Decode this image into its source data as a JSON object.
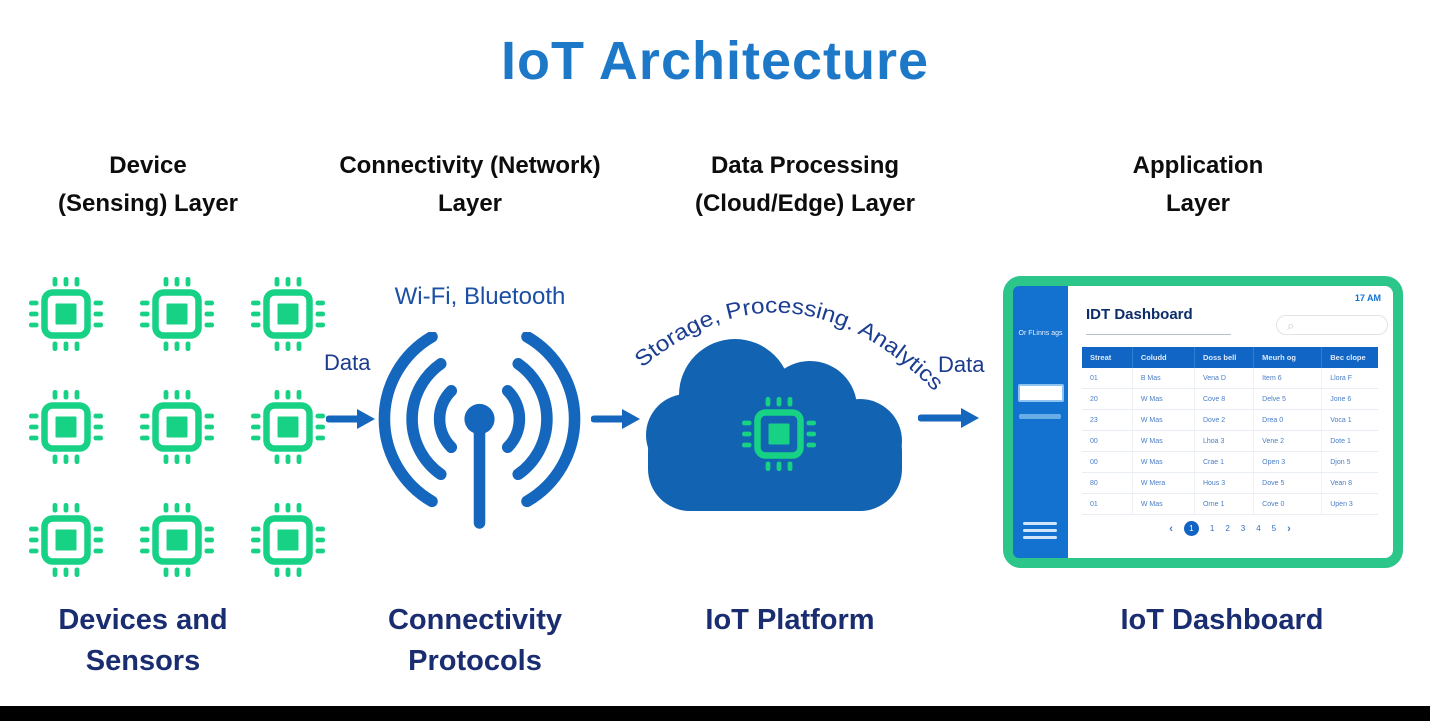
{
  "title": "IoT Architecture",
  "colors": {
    "title_blue": "#1e78c8",
    "chip_green": "#17d185",
    "icon_blue": "#1566bd",
    "cloud_blue": "#1263b1",
    "navy_text": "#1a2d70",
    "dashboard_frame_green": "#2cc68b",
    "sidebar_blue": "#1371cf",
    "table_header_blue": "#1165c4"
  },
  "layers": {
    "device": {
      "header1": "Device",
      "header2": "(Sensing) Layer",
      "caption1": "Devices and",
      "caption2": "Sensors"
    },
    "connectivity": {
      "header1": "Connectivity (Network)",
      "header2": "Layer",
      "caption1": "Connectivity",
      "caption2": "Protocols",
      "protocols_label": "Wi-Fi, Bluetooth"
    },
    "processing": {
      "header1": "Data Processing",
      "header2": "(Cloud/Edge) Layer",
      "caption": "IoT Platform",
      "arc_text": "Storage, Processing. Analytics"
    },
    "application": {
      "header1": "Application",
      "header2": "Layer",
      "caption": "IoT Dashboard"
    }
  },
  "flow": {
    "data_label_left": "Data",
    "data_label_right": "Data"
  },
  "device_grid": {
    "rows": 3,
    "cols": 3
  },
  "dashboard": {
    "sidebar_text": "Or FLinns ags",
    "title": "IDT Dashboard",
    "time": "17 AM",
    "search_icon": "⌕",
    "table": {
      "headers": [
        "Streat",
        "Coludd",
        "Doss bell",
        "Meurh og",
        "Bec clope"
      ],
      "col_widths": [
        "17%",
        "21%",
        "20%",
        "23%",
        "19%"
      ],
      "rows": [
        [
          "01",
          "B Mas",
          "Vena D",
          "Item 6",
          "Llora F"
        ],
        [
          "20",
          "W Mas",
          "Cove 8",
          "Delve 5",
          "Jone 6"
        ],
        [
          "23",
          "W Mas",
          "Dove 2",
          "Drea 0",
          "Voca 1"
        ],
        [
          "00",
          "W Mas",
          "Lhoa 3",
          "Vene 2",
          "Dote 1"
        ],
        [
          "00",
          "W Mas",
          "Crae 1",
          "Open 3",
          "Djon 5"
        ],
        [
          "80",
          "W Mera",
          "Hous 3",
          "Dove 5",
          "Vean 8"
        ],
        [
          "01",
          "W Mas",
          "Orne 1",
          "Cove 0",
          "Upen 3"
        ]
      ]
    },
    "pagination": {
      "prev": "‹",
      "current": "1",
      "pages": [
        "1",
        "2",
        "3",
        "4",
        "5"
      ],
      "next": "›"
    }
  }
}
